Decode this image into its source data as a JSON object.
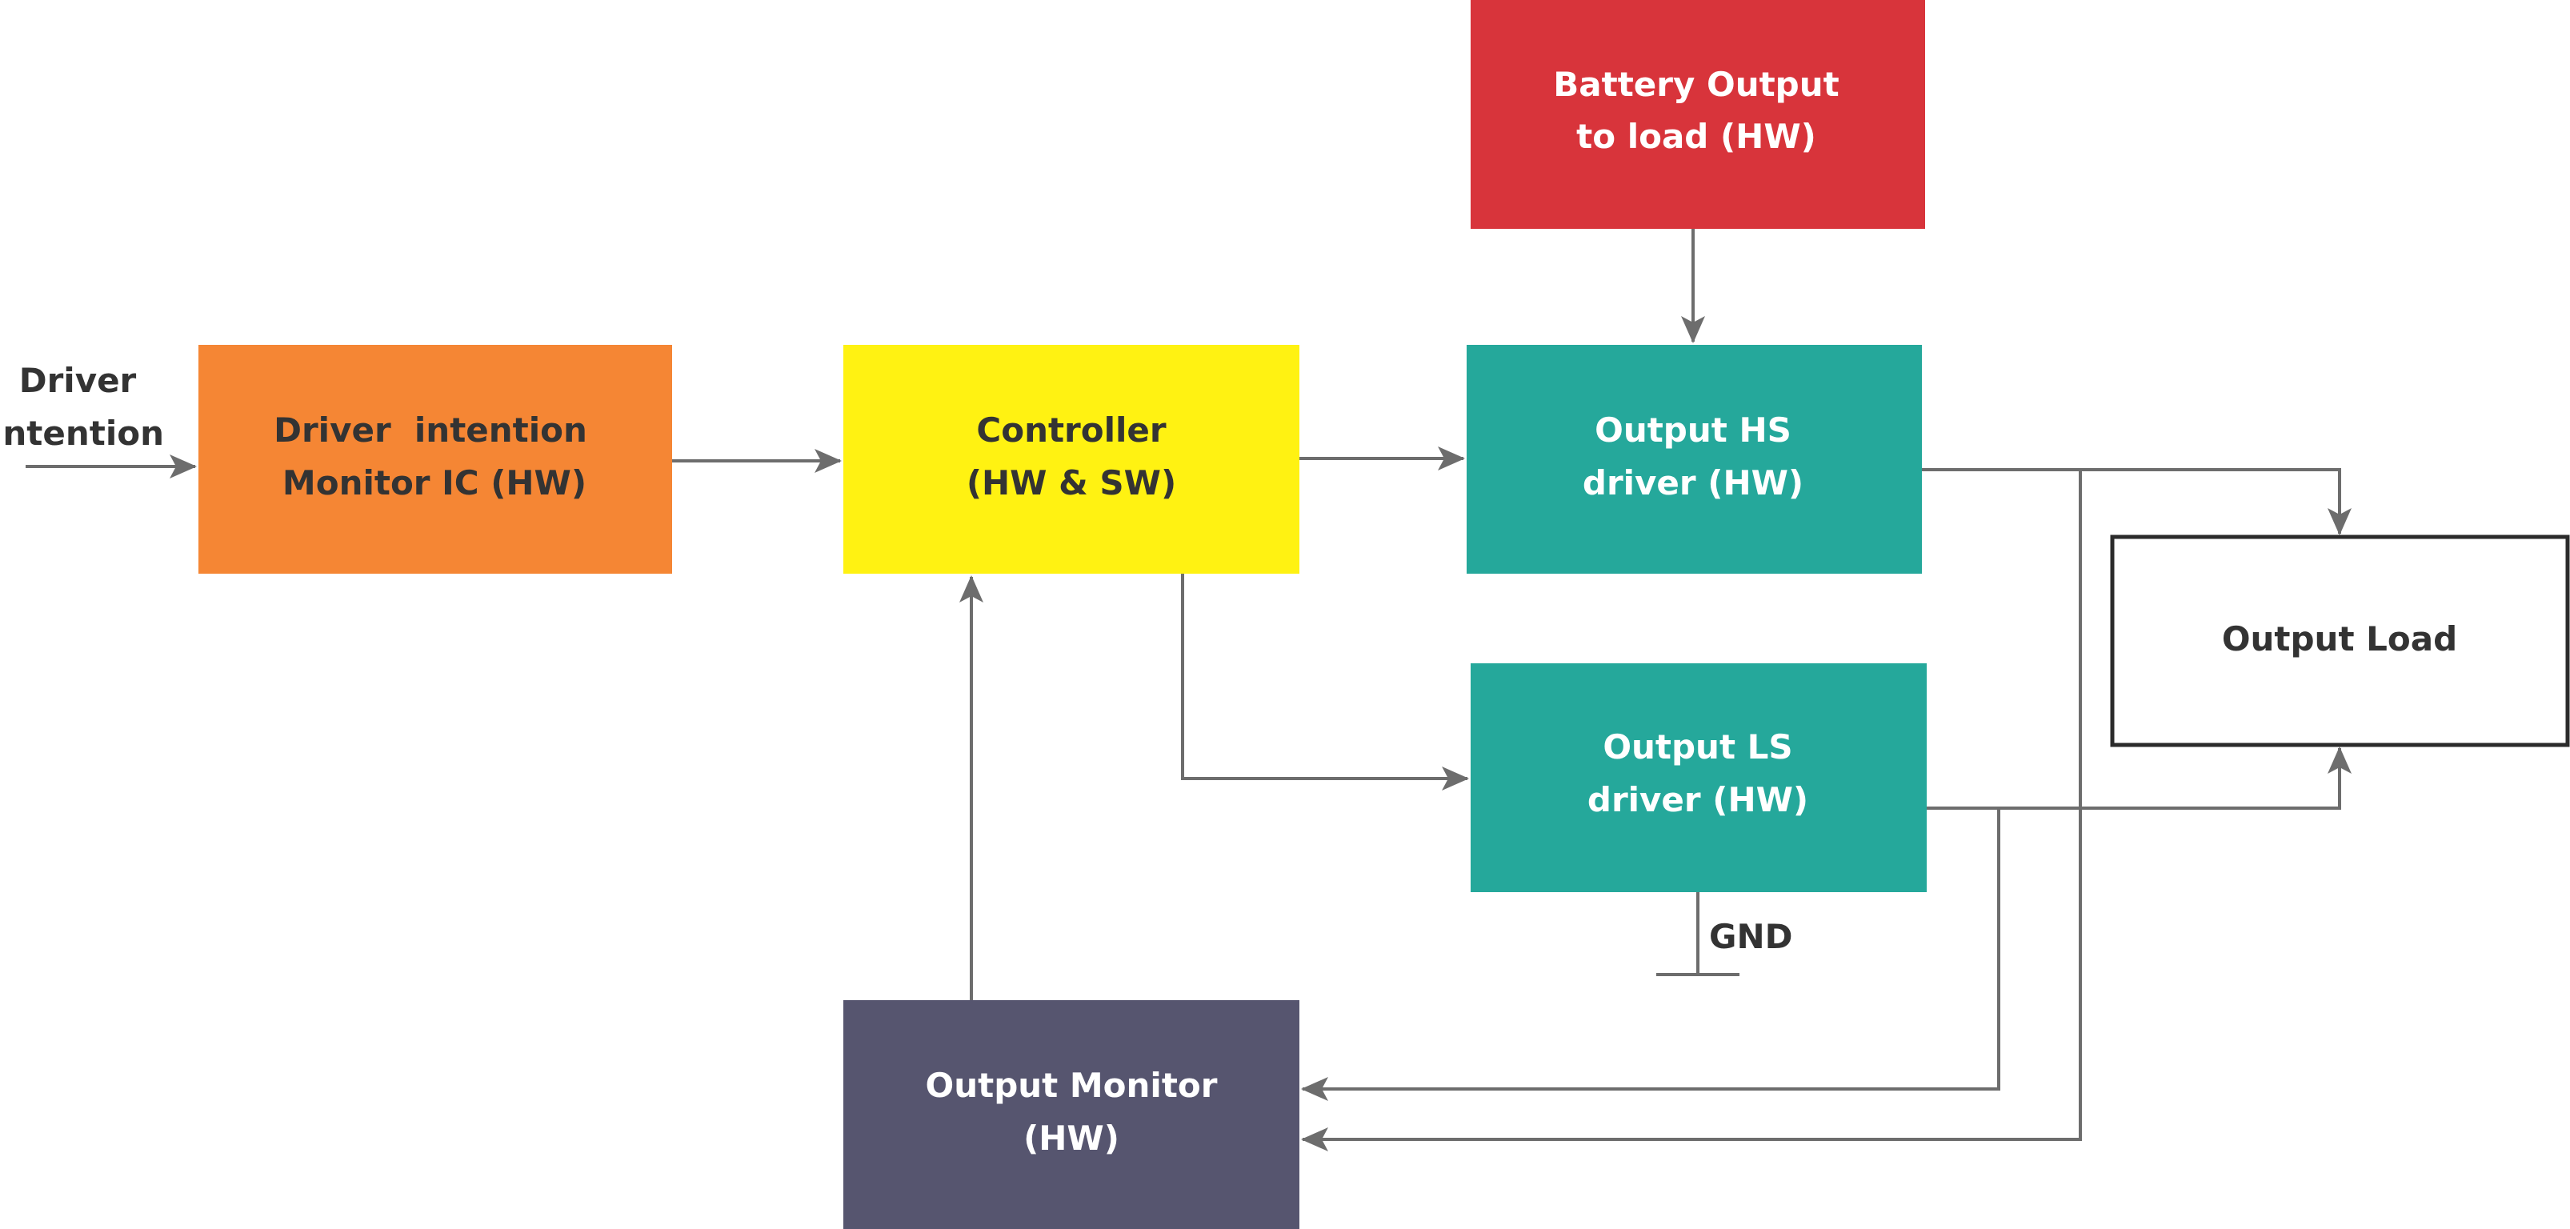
{
  "colors": {
    "wire": "#6d6d6d",
    "dark_text": "#333333",
    "light_text": "#ffffff",
    "orange": "#f58634",
    "yellow": "#fff212",
    "red": "#d8343b",
    "teal": "#25a89b",
    "slate": "#56556f",
    "load_fill": "#ffffff",
    "load_border": "#2b2b2b"
  },
  "input_label": {
    "line1": "Driver",
    "line2": "intention"
  },
  "blocks": {
    "driver_monitor": {
      "line1": "Driver  intention",
      "line2": "Monitor IC (HW)"
    },
    "controller": {
      "line1": "Controller",
      "line2": "(HW & SW)"
    },
    "battery": {
      "line1": "Battery Output",
      "line2": "to load (HW)"
    },
    "hs_driver": {
      "line1": "Output HS",
      "line2": "driver (HW)"
    },
    "ls_driver": {
      "line1": "Output LS",
      "line2": "driver (HW)"
    },
    "output_load": {
      "line1": "Output Load"
    },
    "output_monitor": {
      "line1": "Output Monitor",
      "line2": "(HW)"
    }
  },
  "gnd_label": "GND"
}
